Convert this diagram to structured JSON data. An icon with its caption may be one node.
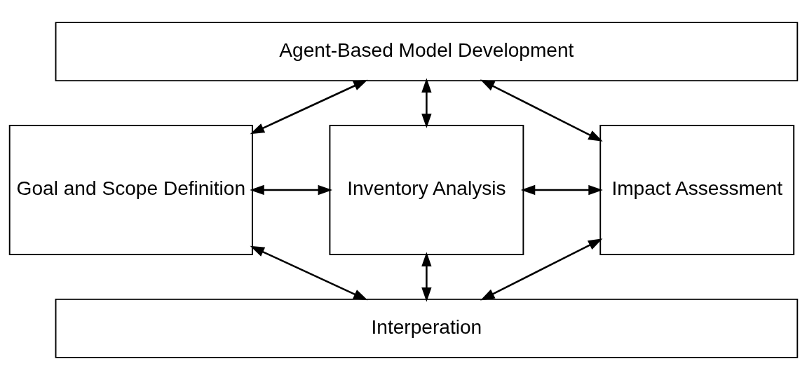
{
  "diagram": {
    "nodes": [
      {
        "text": [
          "Agent-Based Model Development"
        ]
      },
      {
        "text": [
          "Goal and Scope Definition"
        ]
      },
      {
        "text": [
          "Inventory Analysis"
        ]
      },
      {
        "text": [
          "Impact Assessment"
        ]
      },
      {
        "text": [
          "Interperation"
        ]
      }
    ],
    "edges": [
      {
        "from": 0,
        "to": 1,
        "arrow": "both"
      },
      {
        "from": 0,
        "to": 2,
        "arrow": "both"
      },
      {
        "from": 0,
        "to": 3,
        "arrow": "both"
      },
      {
        "from": 1,
        "to": 2,
        "arrow": "both"
      },
      {
        "from": 2,
        "to": 3,
        "arrow": "both"
      },
      {
        "from": 1,
        "to": 4,
        "arrow": "both"
      },
      {
        "from": 2,
        "to": 4,
        "arrow": "both"
      },
      {
        "from": 3,
        "to": 4,
        "arrow": "both"
      }
    ]
  }
}
